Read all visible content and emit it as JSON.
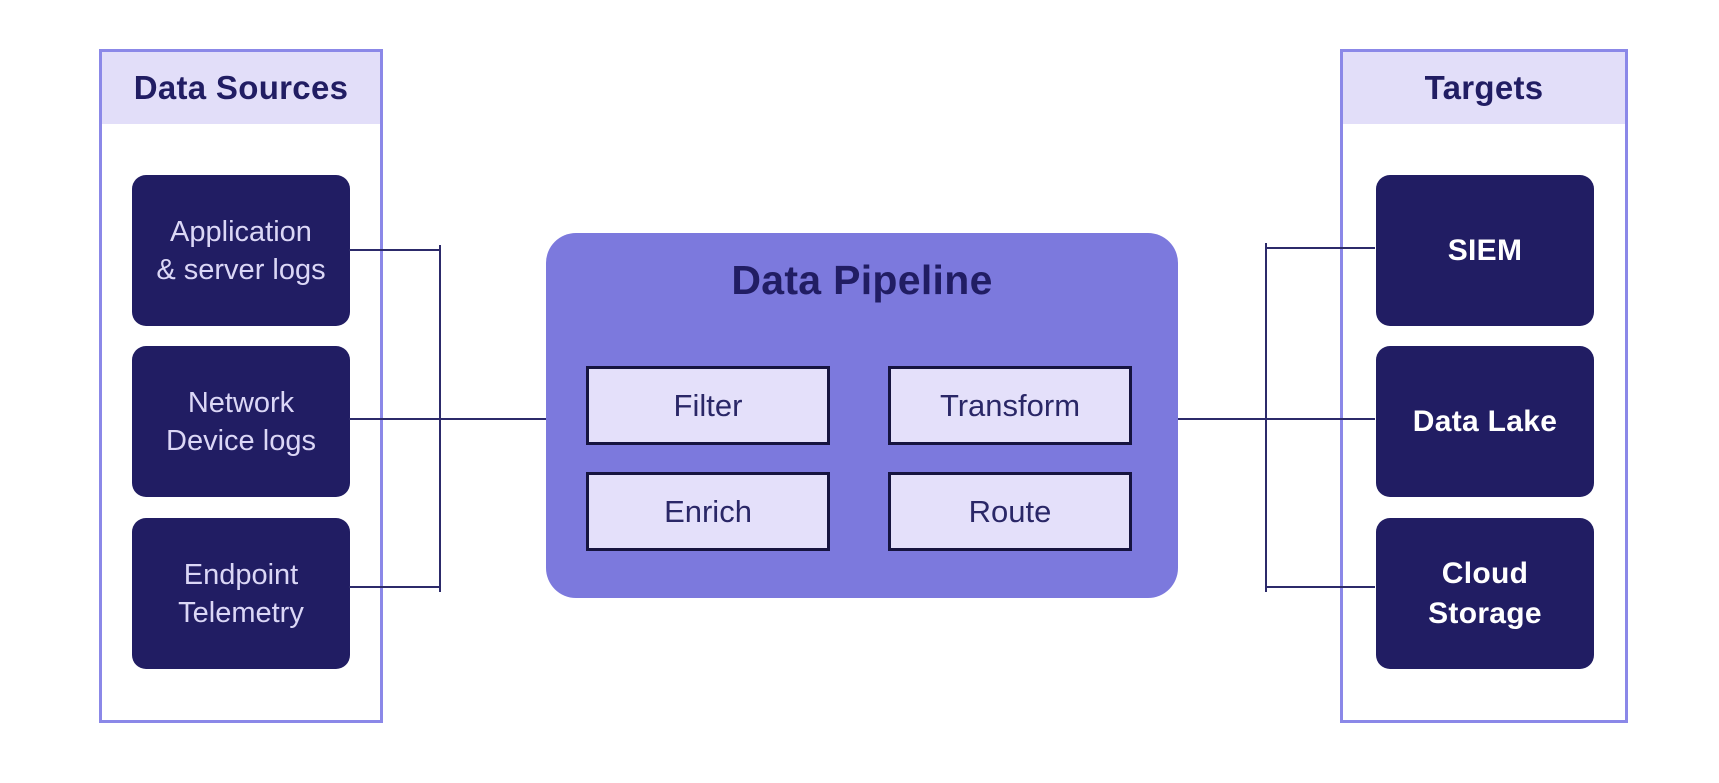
{
  "colors": {
    "navy-box": "#211d63",
    "panel-border": "#8b88e8",
    "header-bg": "#e2def9",
    "header-text": "#211d63",
    "pipeline-bg": "#7c79dd",
    "stage-bg": "#e4e0fa",
    "stage-border": "#16143f",
    "stage-text": "#2a2767",
    "source-text": "#dbd7f6",
    "target-text": "#ffffff",
    "connector": "#2c2a6a",
    "canvas-bg": "#ffffff"
  },
  "sources": {
    "title": "Data Sources",
    "items": [
      "Application\n& server logs",
      "Network\nDevice logs",
      "Endpoint\nTelemetry"
    ]
  },
  "pipeline": {
    "title": "Data Pipeline",
    "stages": [
      "Filter",
      "Transform",
      "Enrich",
      "Route"
    ]
  },
  "targets": {
    "title": "Targets",
    "items": [
      "SIEM",
      "Data Lake",
      "Cloud\nStorage"
    ]
  }
}
